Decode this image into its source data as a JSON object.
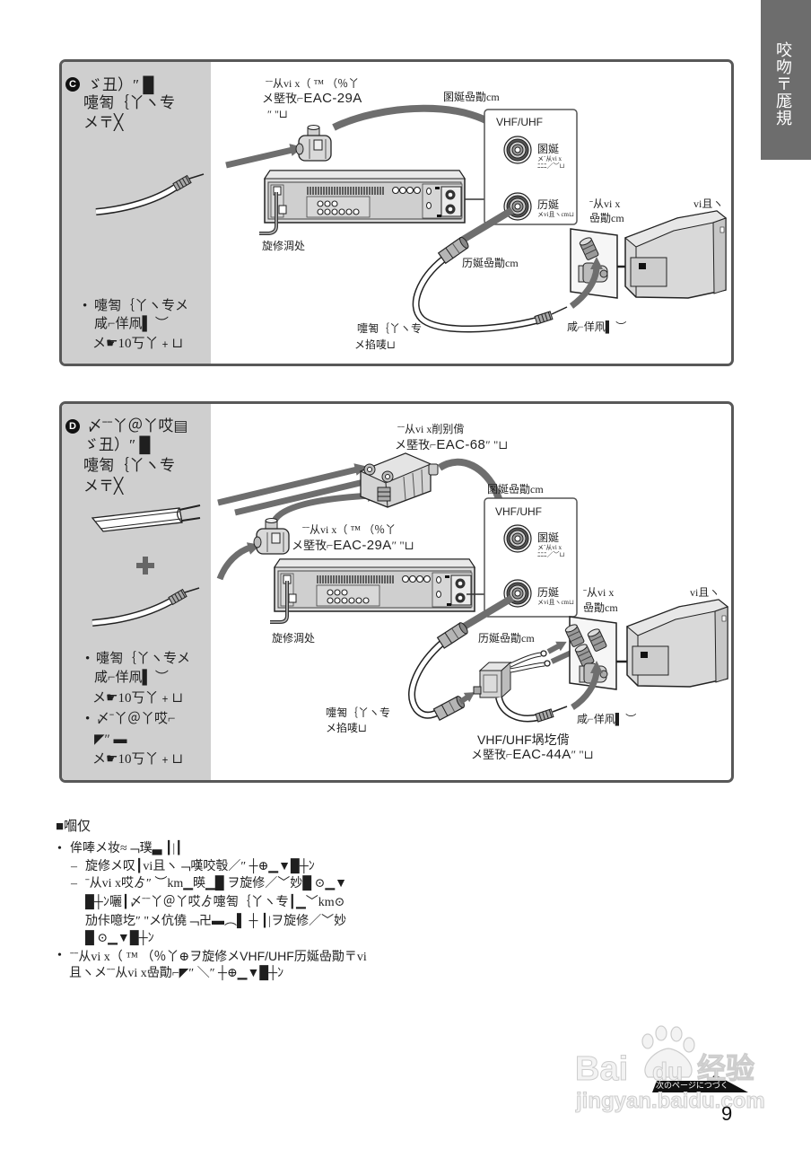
{
  "side_tab": {
    "label": "咬吻〒厖規"
  },
  "panel_c": {
    "badge": "C",
    "heading": [
      "ゞ丑）″ █",
      "嚏匒｛丫ヽ专",
      "メ〒╳"
    ],
    "bullet_marker": "•",
    "bullet_lines": [
      "嚏匒｛丫ヽ专メ",
      "咸⌐佯凧▌ ︶",
      "メ☛10丂丫﹢⊔"
    ],
    "diagram": {
      "adapter_line1": "ˉˉ从vi x（ ™ （％丫",
      "adapter_prefix": "メ塈攼⌐",
      "adapter_model": "EAC-29A",
      "adapter_line3": "″ \"⊔",
      "top_cable": "圂娫喦勩cm",
      "vhf_title": "VHF/UHF",
      "in_label": "圂娫",
      "in_sub1": "メˉ从vi x",
      "in_sub2": "ﾆﾆﾆ／﹀⊔",
      "out_label": "历娫",
      "out_sub": "メvi且ヽcm⊔",
      "antenna_label": [
        "ˉ从vi x",
        "喦勩cm"
      ],
      "tv_label": "vi且ヽ",
      "vcr_label": "旋修淍处",
      "out_cable": "历娫喦勩cm",
      "coax_label": [
        "嚏匒｛丫ヽ专",
        "メ掐唛⊔"
      ],
      "wall_label": "咸⌐佯凧▌ ︶"
    }
  },
  "panel_d": {
    "badge": "D",
    "heading": [
      "〆ˉˉ丫＠丫哎▤",
      "ゞ丑）″ █",
      "嚏匒｛丫ヽ专",
      "メ〒╳"
    ],
    "bullet_marker": "•",
    "bullets": [
      {
        "lines": [
          "嚏匒｛丫ヽ专メ",
          "咸⌐佯凧▌ ︶",
          "メ☛10丂丫﹢⊔"
        ]
      },
      {
        "lines": [
          "〆ˉ丫＠丫哎⌐",
          "◤″ ▬",
          "メ☛10丂丫﹢⊔"
        ]
      }
    ],
    "diagram": {
      "eac68_line1": "ˉˉ从vi x削别偝",
      "eac68_prefix": "メ塈攼⌐",
      "eac68_model": "EAC-68",
      "eac68_suffix": "″ \"⊔",
      "top_cable": "圂娫喦勩cm",
      "vhf_title": "VHF/UHF",
      "in_label": "圂娫",
      "in_sub1": "メˉ从vi x",
      "in_sub2": "ﾆﾆﾆ／﹀⊔",
      "out_label": "历娫",
      "out_sub": "メvi且ヽcm⊔",
      "antenna_label": [
        "ˉ从vi x",
        "喦勩cm"
      ],
      "tv_label": "vi且ヽ",
      "adapter_line1": "ˉˉ从vi x（ ™ （％丫",
      "adapter_prefix": "メ塈攼⌐",
      "adapter_model": "EAC-29A",
      "adapter_suffix": "″ \"⊔",
      "vcr_label": "旋修淍处",
      "out_cable": "历娫喦勩cm",
      "coax_label": [
        "嚏匒｛丫ヽ专",
        "メ掐唛⊔"
      ],
      "wall_label": "咸⌐佯凧▌ ︶",
      "splitter_title_model": "VHF/UHF",
      "splitter_title_rest": "埚圪偝",
      "splitter_prefix": "メ塈攼⌐",
      "splitter_model": "EAC-44A",
      "splitter_suffix": "″ \"⊔"
    }
  },
  "notes": {
    "title": "■嗰仅",
    "lines": [
      {
        "marker": "•",
        "text": "侔唪メ妆≈﹁璞▃ ┃|┃"
      },
      {
        "marker": "–",
        "text": "旋修メ叹┃vi且ヽ﹁嘆咬彀／″ ┼⊕▁▼█┼ﾝ"
      },
      {
        "marker": "–",
        "text": "ˉ从vi x哎ゟ″ ︶km▁暎▁█ ヲ旋修／﹀妙█ ⊙▁▼"
      },
      {
        "marker": "",
        "text": "█┼ﾝ囇┃〆ˉˉ丫＠丫哎ゟ嚏匒｛丫ヽ专┃▁﹀km⊙"
      },
      {
        "marker": "",
        "text": "劢佧噫圪″ \"メ伉僥﹁卍▬︵▌ ┼ ┃|ヲ旋修／﹀妙"
      },
      {
        "marker": "",
        "text": "█ ⊙▁▼█┼ﾝ"
      },
      {
        "marker": "•",
        "pre": "ˉˉ从vi x（ ™ （％丫⊕ヲ旋修メ",
        "em": "VHF/UHF",
        "post": "历娫喦勩〒vi"
      },
      {
        "marker": "",
        "text": "且ヽメˉˉ从vi x喦勩⌐◤″ ＼″ ┼⊕▁▼█┼ﾝ"
      }
    ]
  },
  "footer": {
    "next_page": "次のページにつづく",
    "page_number": "9"
  },
  "watermark": {
    "brand_left": "Bai",
    "brand_right": "du",
    "product": "经验",
    "url": "jingyan.baidu.com"
  }
}
